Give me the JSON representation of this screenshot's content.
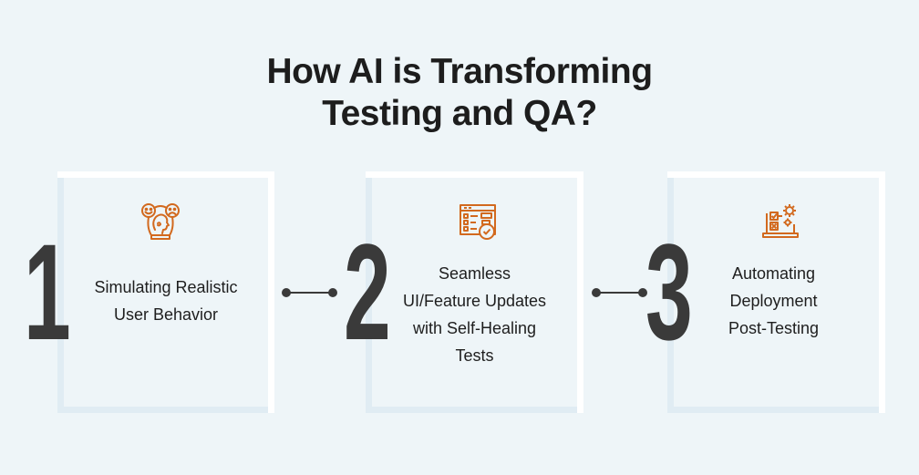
{
  "title": {
    "line1": "How AI is Transforming",
    "line2": "Testing and QA?"
  },
  "colors": {
    "background": "#eef5f8",
    "accent_icon": "#d2691e",
    "numeral": "#3a3a3a",
    "text": "#1e1e1e",
    "card_frame_outer": "#ffffff",
    "card_frame_inner": "#e0ecf3"
  },
  "steps": [
    {
      "number": "1",
      "icon": "user-behavior-emotions-icon",
      "lines": [
        "Simulating Realistic",
        "User Behavior"
      ]
    },
    {
      "number": "2",
      "icon": "ui-checklist-verified-icon",
      "lines": [
        "Seamless",
        "UI/Feature Updates",
        "with Self-Healing",
        "Tests"
      ]
    },
    {
      "number": "3",
      "icon": "laptop-checklist-gears-icon",
      "lines": [
        "Automating",
        "Deployment",
        "Post-Testing"
      ]
    }
  ],
  "connectors": [
    {
      "from": "1",
      "to": "2"
    },
    {
      "from": "2",
      "to": "3"
    }
  ]
}
